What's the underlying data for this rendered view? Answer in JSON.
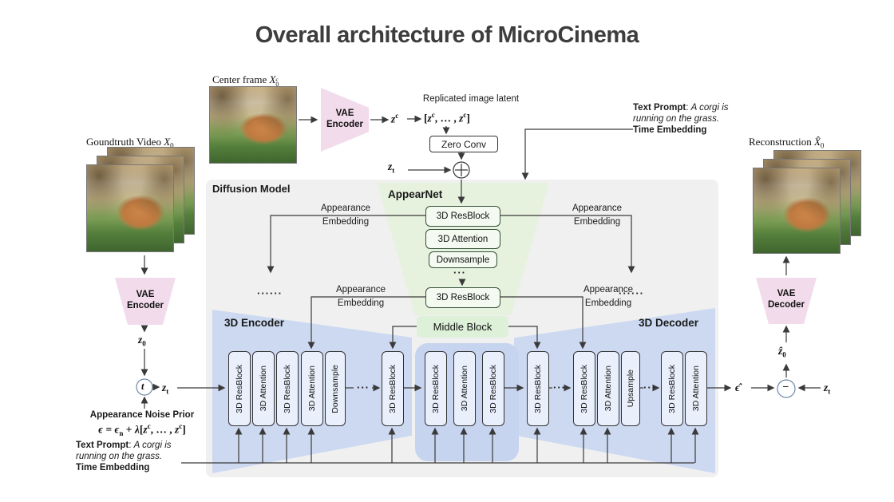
{
  "title": "Overall architecture of MicroCinema",
  "tokens": {
    "z": "z",
    "c": "c",
    "t": "t",
    "zero": "0",
    "n": "n",
    "eps": "ϵ",
    "eps_hat": "ϵ̂",
    "z_hat": "ẑ",
    "lambda": "λ",
    "X": "X",
    "X_hat": "X̂",
    "open": "[",
    "close": "]",
    "dots": ", … , ",
    "eq": " = ",
    "plus": " + ",
    "minus": "−"
  },
  "inputs": {
    "center_frame_label": "Center frame ",
    "groundtruth_label": "Goundtruth Video ",
    "reconstruction_label": "Reconstruction "
  },
  "vae": {
    "word": "VAE",
    "encoder": "Encoder",
    "decoder": "Decoder"
  },
  "latent": {
    "replicated_caption": "Replicated image latent",
    "zero_conv": "Zero Conv"
  },
  "noise_prior": {
    "label": "Appearance Noise Prior"
  },
  "text_prompt": {
    "label": "Text Prompt",
    "colon": ": ",
    "line1": "A corgi is",
    "line2": "running on the grass.",
    "embedding": "Time Embedding"
  },
  "diffusion": {
    "label": "Diffusion Model",
    "appearnet_label": "AppearNet",
    "appearnet_blocks": [
      "3D ResBlock",
      "3D Attention",
      "Downsample",
      "3D ResBlock"
    ],
    "embedding_word1": "Appearance",
    "embedding_word2": "Embedding",
    "middle_block": "Middle Block",
    "encoder_label": "3D Encoder",
    "decoder_label": "3D Decoder",
    "unet_blocks": [
      "3D ResBlock",
      "3D Attention",
      "3D ResBlock",
      "3D Attention",
      "Downsample",
      "3D ResBlock",
      "3D ResBlock",
      "3D Attention",
      "3D ResBlock",
      "3D ResBlock",
      "3D ResBlock",
      "3D Attention",
      "Upsample",
      "3D ResBlock",
      "3D Attention"
    ],
    "dots_h": "···",
    "dots_row": "······"
  },
  "colors": {
    "vae_pink": "#f2dcec",
    "appearnet_green": "#e6f2de",
    "middle_block_green": "#ddf0d8",
    "unet_blue": "#ccd9f1",
    "middle_group_blue": "#c7d4ef",
    "diffusion_gray": "#f0f0f0",
    "line": "#3a3a3a"
  }
}
